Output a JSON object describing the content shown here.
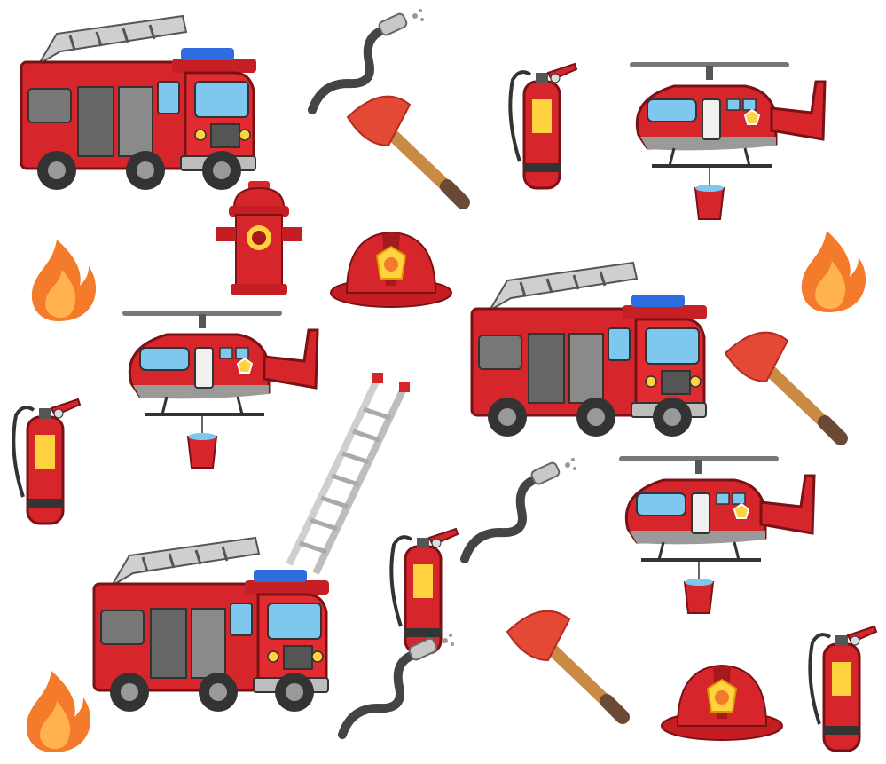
{
  "scene": {
    "background": "#ffffff",
    "theme": "firefighter pattern",
    "palette": {
      "red": "#d6262b",
      "dark_red": "#a5191d",
      "orange": "#f47a2c",
      "yellow": "#ffd23f",
      "grey": "#9a9a9a",
      "dark": "#333333",
      "glass": "#7ec8f0",
      "wood": "#c98b43"
    },
    "items": {
      "fire_truck": 3,
      "helicopter": 3,
      "fire_extinguisher": 4,
      "axe": 3,
      "hose": 3,
      "flame": 3,
      "helmet": 2,
      "hydrant": 1,
      "ladder": 1
    }
  }
}
